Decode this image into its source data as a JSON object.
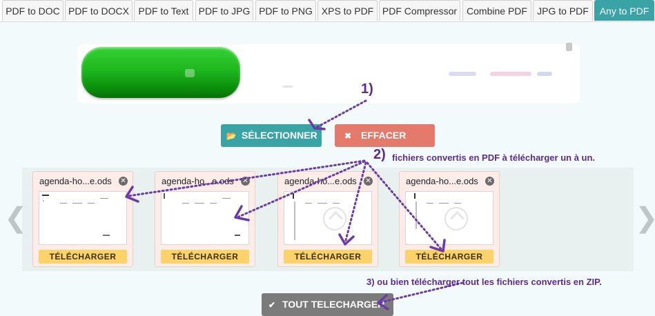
{
  "tabs": [
    {
      "label": "PDF to DOC",
      "active": false
    },
    {
      "label": "PDF to DOCX",
      "active": false
    },
    {
      "label": "PDF to Text",
      "active": false
    },
    {
      "label": "PDF to JPG",
      "active": false
    },
    {
      "label": "PDF to PNG",
      "active": false
    },
    {
      "label": "XPS to PDF",
      "active": false
    },
    {
      "label": "PDF Compressor",
      "active": false
    },
    {
      "label": "Combine PDF",
      "active": false
    },
    {
      "label": "JPG to PDF",
      "active": false
    },
    {
      "label": "Any to PDF",
      "active": true
    }
  ],
  "actions": {
    "select_label": "SÉLECTIONNER",
    "clear_label": "EFFACER",
    "download_all_label": "TOUT TELECHARGER"
  },
  "files": [
    {
      "name": "agenda-ho...e.ods",
      "download_label": "TÉLÉCHARGER"
    },
    {
      "name": "agenda-ho...e.ods",
      "download_label": "TÉLÉCHARGER"
    },
    {
      "name": "agenda-ho...e.ods",
      "download_label": "TÉLÉCHARGER"
    },
    {
      "name": "agenda-ho...e.ods",
      "download_label": "TÉLÉCHARGER"
    }
  ],
  "annotations": {
    "step1": "1)",
    "step2_number": "2)",
    "step2_text": "fichiers convertis en PDF à télécharger un à un.",
    "step3_text": "3) ou bien télécharger tout les fichiers convertis en ZIP."
  },
  "icons": {
    "select": "folder-open-icon",
    "clear": "times-icon",
    "download_all": "check-icon",
    "remove": "close-circle-icon",
    "prev": "chevron-left-icon",
    "next": "chevron-right-icon"
  },
  "colors": {
    "accent": "#3aa3a6",
    "clear": "#e47a6b",
    "download": "#fbd36a",
    "annotation": "#5b2a96",
    "download_all": "#7b7b7b"
  }
}
